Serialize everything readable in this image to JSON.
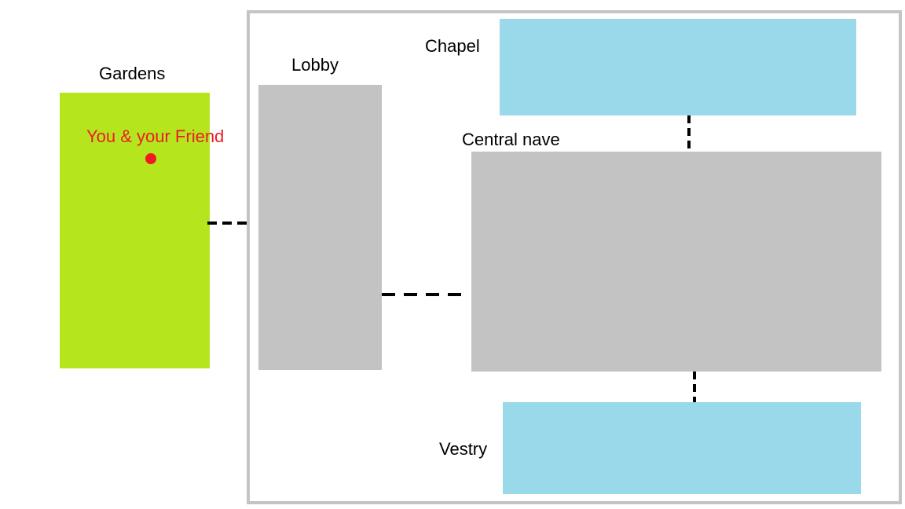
{
  "rooms": {
    "gardens": {
      "label": "Gardens",
      "color": "#b5e61d"
    },
    "lobby": {
      "label": "Lobby",
      "color": "#c3c3c3"
    },
    "central_nave": {
      "label": "Central nave",
      "color": "#c3c3c3"
    },
    "chapel": {
      "label": "Chapel",
      "color": "#99d9ea"
    },
    "vestry": {
      "label": "Vestry",
      "color": "#99d9ea"
    }
  },
  "marker": {
    "label": "You & your Friend",
    "color": "#ed1c24"
  },
  "building": {
    "border_color": "#c4c4c4"
  },
  "connector_color": "#000000"
}
